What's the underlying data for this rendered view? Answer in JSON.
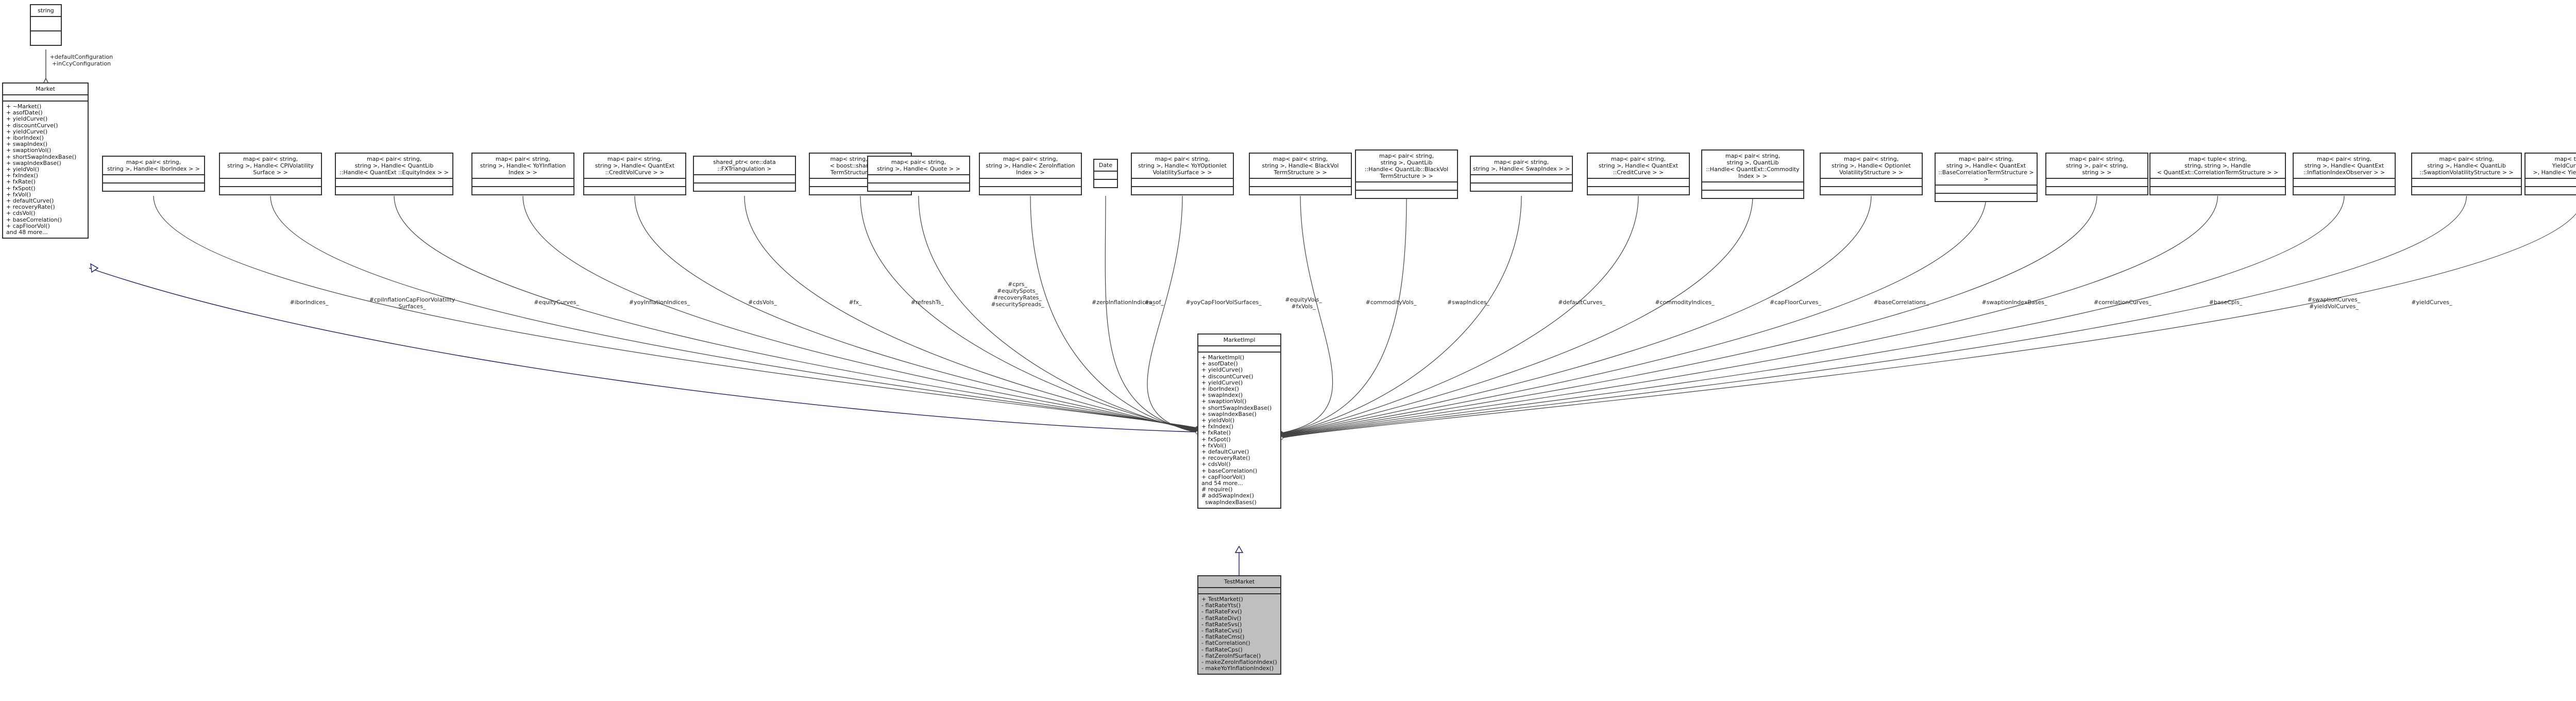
{
  "diagram": {
    "classes": {
      "string": {
        "title": "string"
      },
      "market": {
        "title": "Market",
        "members": [
          "+ ~Market()",
          "+ asofDate()",
          "+ yieldCurve()",
          "+ discountCurve()",
          "+ yieldCurve()",
          "+ iborIndex()",
          "+ swapIndex()",
          "+ swaptionVol()",
          "+ shortSwapIndexBase()",
          "+ swapIndexBase()",
          "+ yieldVol()",
          "+ fxIndex()",
          "+ fxRate()",
          "+ fxSpot()",
          "+ fxVol()",
          "+ defaultCurve()",
          "+ recoveryRate()",
          "+ cdsVol()",
          "+ baseCorrelation()",
          "+ capFloorVol()",
          "and 48 more..."
        ]
      },
      "marketimpl": {
        "title": "MarketImpl",
        "members": [
          "+ MarketImpl()",
          "+ asofDate()",
          "+ yieldCurve()",
          "+ discountCurve()",
          "+ yieldCurve()",
          "+ iborIndex()",
          "+ swapIndex()",
          "+ swaptionVol()",
          "+ shortSwapIndexBase()",
          "+ swapIndexBase()",
          "+ yieldVol()",
          "+ fxIndex()",
          "+ fxRate()",
          "+ fxSpot()",
          "+ fxVol()",
          "+ defaultCurve()",
          "+ recoveryRate()",
          "+ cdsVol()",
          "+ baseCorrelation()",
          "+ capFloorVol()",
          "and 54 more...",
          "# require()",
          "# addSwapIndex()",
          "  swapIndexBases()"
        ]
      },
      "testmarket": {
        "title": "TestMarket",
        "members": [
          "+ TestMarket()",
          "- flatRateYts()",
          "- flatRateFxv()",
          "- flatRateDiv()",
          "- flatRateSvs()",
          "- flatRateCvs()",
          "- flatRateCms()",
          "- flatCorrelation()",
          "- flatRateCps()",
          "- flatZeroInfSurface()",
          "- makeZeroInflationIndex()",
          "- makeYoYInflationIndex()"
        ]
      },
      "types": [
        {
          "id": "t1",
          "title": "map< pair< string,\nstring >, Handle< IborIndex > >"
        },
        {
          "id": "t2",
          "title": "map< pair< string,\nstring >, Handle< CPIVolatility\nSurface > >"
        },
        {
          "id": "t3",
          "title": "map< pair< string,\nstring >, Handle< QuantLib\n::Handle< QuantExt ::EquityIndex > >"
        },
        {
          "id": "t4",
          "title": "map< pair< string,\nstring >, Handle< YoYInflation\nIndex > >"
        },
        {
          "id": "t5",
          "title": "map< pair< string,\nstring >, Handle< QuantExt\n::CreditVolCurve > >"
        },
        {
          "id": "t6",
          "title": "shared_ptr< ore::data\n::FXTriangulation >"
        },
        {
          "id": "t7",
          "title": "map< string, std::set\n< boost::shared_ptr<\nTermStructure > > >"
        },
        {
          "id": "t8",
          "title": "map< pair< string,\nstring >, Handle< Quote > >"
        },
        {
          "id": "t9",
          "title": "map< pair< string,\nstring >, Handle< ZeroInflation\nIndex > >"
        },
        {
          "id": "t10",
          "title": "Date"
        },
        {
          "id": "t11",
          "title": "map< pair< string,\nstring >, Handle< YoYOptionlet\nVolatilitySurface > >"
        },
        {
          "id": "t12",
          "title": "map< pair< string,\nstring >, Handle< BlackVol\nTermStructure > >"
        },
        {
          "id": "t13",
          "title": "map< pair< string,\nstring >, QuantLib\n::Handle< QuantLib::BlackVol\nTermStructure > >"
        },
        {
          "id": "t14",
          "title": "map< pair< string,\nstring >, Handle< SwapIndex > >"
        },
        {
          "id": "t15",
          "title": "map< pair< string,\nstring >, Handle< QuantExt\n::CreditCurve > >"
        },
        {
          "id": "t16",
          "title": "map< pair< string,\nstring >, QuantLib\n::Handle< QuantExt::Commodity\nIndex > >"
        },
        {
          "id": "t17",
          "title": "map< pair< string,\nstring >, Handle< Optionlet\nVolatilityStructure > >"
        },
        {
          "id": "t18",
          "title": "map< pair< string,\nstring >, Handle< QuantExt\n::BaseCorrelationTermStructure > >"
        },
        {
          "id": "t19",
          "title": "map< pair< string,\nstring >, pair< string,\nstring > >"
        },
        {
          "id": "t20",
          "title": "map< tuple< string,\nstring, string >, Handle\n< QuantExt::CorrelationTermStructure > >"
        },
        {
          "id": "t21",
          "title": "map< pair< string,\nstring >, Handle< QuantExt\n::InflationIndexObserver > >"
        },
        {
          "id": "t22",
          "title": "map< pair< string,\nstring >, Handle< QuantLib\n::SwaptionVolatilityStructure > >"
        },
        {
          "id": "t23",
          "title": "map< tuple< string,\nYieldCurveType, string\n>, Handle< YieldTermStructure > >"
        }
      ]
    },
    "labels": {
      "market_config": "+defaultConfiguration\n+inCcyConfiguration",
      "t1": "#iborIndices_",
      "t2": "#cpiInflationCapFloorVolatility\nSurfaces_",
      "t3": "#equityCurves_",
      "t4": "#yoyInflationIndices_",
      "t5": "#cdsVols_",
      "t6": "#fx_",
      "t7": "#refreshTs_",
      "t8": "#cprs_\n#equitySpots_\n#recoveryRates_\n#securitySpreads_",
      "t9": "#zeroInflationIndices_",
      "t10": "#asof_",
      "t11": "#yoyCapFloorVolSurfaces_",
      "t12": "#equityVols_\n#fxVols_",
      "t13": "#commodityVols_",
      "t14": "#swapIndices_",
      "t15": "#defaultCurves_",
      "t16": "#commodityIndices_",
      "t17": "#capFloorCurves_",
      "t18": "#baseCorrelations_",
      "t19": "#swaptionIndexBases_",
      "t20": "#correlationCurves_",
      "t21": "#baseCpis_",
      "t22": "#swaptionCurves_\n#yieldVolCurves_",
      "t23": "#yieldCurves_"
    }
  }
}
